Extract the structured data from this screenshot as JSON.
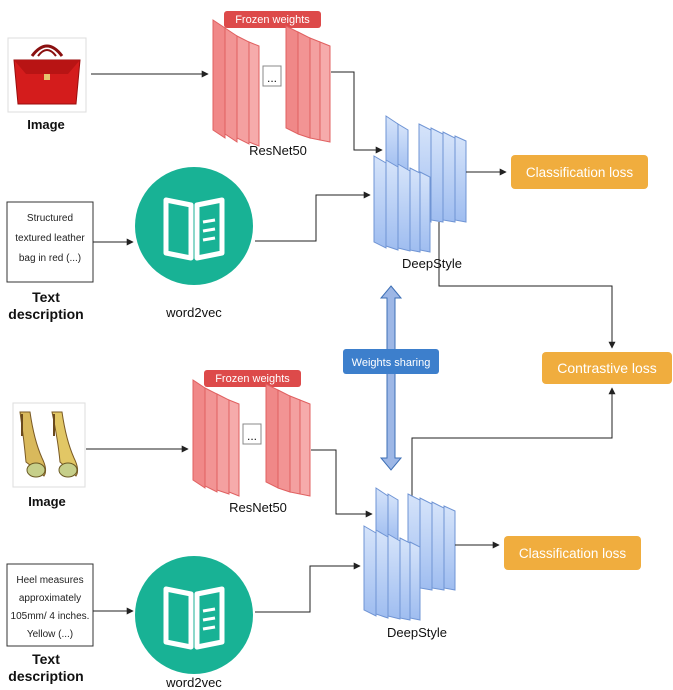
{
  "colors": {
    "resnet_fill": "#f4a0a0",
    "resnet_stroke": "#e06060",
    "deepstyle_fill": "#b9d0f4",
    "deepstyle_stroke": "#6f94d4",
    "word2vec": "#18b295",
    "orange": "#f0ad3e",
    "frozen_red": "#dd4a4a",
    "sharing_blue": "#3d7fcc"
  },
  "top": {
    "image_label": "Image",
    "text_label_line1": "Text",
    "text_label_line2": "description",
    "description_lines": [
      "Structured",
      "textured leather",
      "bag in red (...)"
    ],
    "frozen_label": "Frozen weights",
    "resnet_label": "ResNet50",
    "ellipsis": "...",
    "word2vec_label": "word2vec",
    "deepstyle_label": "DeepStyle",
    "classification_label": "Classification loss"
  },
  "bottom": {
    "image_label": "Image",
    "text_label_line1": "Text",
    "text_label_line2": "description",
    "description_lines": [
      "Heel measures",
      "approximately",
      "105mm/ 4 inches.",
      "Yellow (...)"
    ],
    "frozen_label": "Frozen weights",
    "resnet_label": "ResNet50",
    "ellipsis": "...",
    "word2vec_label": "word2vec",
    "deepstyle_label": "DeepStyle",
    "classification_label": "Classification loss"
  },
  "shared": {
    "weights_sharing_label": "Weights sharing",
    "contrastive_label": "Contrastive loss"
  }
}
